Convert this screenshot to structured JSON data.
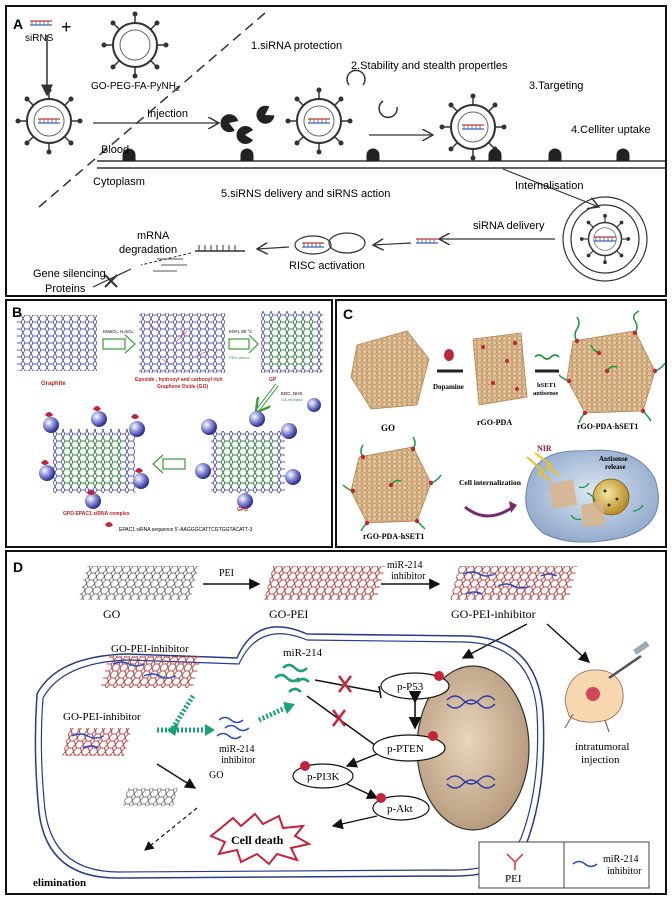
{
  "panelA": {
    "letter": "A",
    "siRNS": "siRNS",
    "plus": "+",
    "carrier": "GO-PEG-FA-PyNH",
    "carrier_sub": "2",
    "step1": "1.siRNA protection",
    "step2": "2.Stability and stealth propertles",
    "step3": "3.Targeting",
    "step4": "4.Celliter uptake",
    "step5": "5.siRNS delivery and siRNS action",
    "injection": "Injection",
    "blood": "Blood",
    "cytoplasm": "Cytoplasm",
    "internalisation": "Internalisation",
    "sirna_delivery": "siRNA delivery",
    "risc": "RISC activation",
    "mrna_deg_1": "mRNA",
    "mrna_deg_2": "degradation",
    "gene_silencing": "Gene silencing",
    "proteins": "Proteins"
  },
  "panelB": {
    "letter": "B",
    "graphite": "Graphite",
    "go_label_1": "Epoxide , hydroxyl and carbonyl rich",
    "go_label_2": "Graphene Oxide (GO)",
    "step_kmno4": "KMnO₄, H₂SO₄",
    "step_koh": "KOH, 80 °C",
    "step_peg": "PEG-amine",
    "gp": "GP",
    "step_edc": "EDC, NHS",
    "step_ga": "GA-receptor",
    "gpd": "GPD",
    "complex": "GPD-EPAC1 siRNA complex",
    "sequence": "EPAC1 siRNA sequence 5'-AAGGGCATTCGTGGTACATT-3"
  },
  "panelC": {
    "letter": "C",
    "go": "GO",
    "dopamine": "Dopamine",
    "rgo_pda": "rGO-PDA",
    "hset1_1": "hSET1",
    "hset1_2": "antisense",
    "rgo_pda_hset1_top": "rGO-PDA-hSET1",
    "rgo_pda_hset1_bottom": "rGO-PDA-hSET1",
    "internalization": "Cell internalization",
    "nir": "NIR",
    "antisense_release_1": "Antisense",
    "antisense_release_2": "release"
  },
  "panelD": {
    "letter": "D",
    "go_top": "GO",
    "pei_arrow": "PEI",
    "go_pei": "GO-PEI",
    "inhibitor_arrow_1": "miR-214",
    "inhibitor_arrow_2": "inhibitor",
    "go_pei_inhibitor_top": "GO-PEI-inhibitor",
    "go_pei_inhibitor_left1": "GO-PEI-inhibitor",
    "go_pei_inhibitor_left2": "GO-PEI-inhibitor",
    "mir214": "miR-214",
    "mir214_inh_1": "miR-214",
    "mir214_inh_2": "inhibitor",
    "p53": "p-P53",
    "pten": "p-PTEN",
    "pi3k": "p-PI3K",
    "akt": "p-Akt",
    "cell_death": "Cell death",
    "go_cell": "GO",
    "elimination": "elimination",
    "intratumoral_1": "intratumoral",
    "intratumoral_2": "injection",
    "legend_pei": "PEI",
    "legend_inh_1": "miR-214",
    "legend_inh_2": "inhibitor"
  }
}
